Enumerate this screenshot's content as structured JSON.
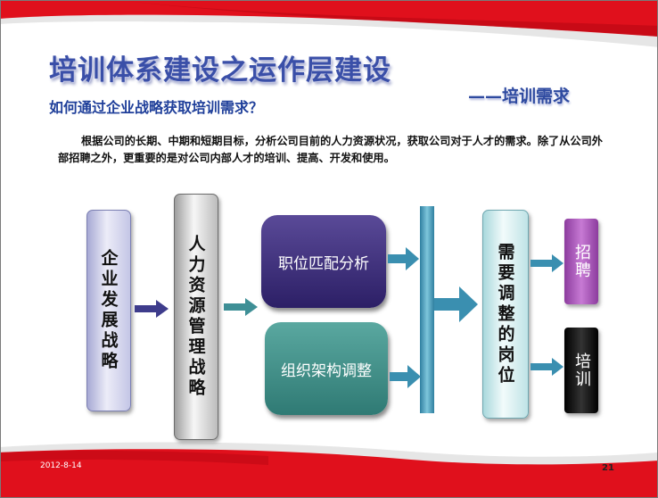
{
  "slide": {
    "title": "培训体系建设之运作层建设",
    "subtitle_right": "——培训需求",
    "question": "如何通过企业战略获取培训需求？",
    "paragraph": "根据公司的长期、中期和短期目标，分析公司目前的人力资源状况，获取公司对于人才的需求。除了从公司外部招聘之外，更重要的是对公司内部人才的培训、提高、开发和使用。",
    "footer_date": "2012-8-14",
    "page_number": "21"
  },
  "diagram": {
    "corporate_strategy": "企业发展战略",
    "hr_strategy": "人力资源管理战略",
    "job_analysis": "职位匹配分析",
    "org_adjust": "组织架构调整",
    "positions_need": "需要调整的岗位",
    "recruit": "招聘",
    "training": "培训"
  },
  "colors": {
    "title_blue": "#3a4fa8",
    "banner_red": "#e0101c",
    "job_box": "#2c1f66",
    "org_box": "#2f7a74",
    "recruit_box": "#a050b8",
    "training_box": "#000000",
    "arrow_teal": "#3a8fb0"
  }
}
